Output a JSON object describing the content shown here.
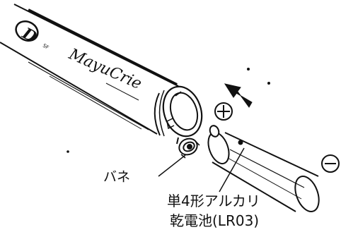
{
  "brand": {
    "logo_letters": "D",
    "logo_small": "SF",
    "product_script": "MayuCrie"
  },
  "labels": {
    "spring": "バネ",
    "battery_line1": "単4形アルカリ",
    "battery_line2": "乾電池(LR03)"
  },
  "symbols": {
    "plus": "+",
    "minus": "−"
  },
  "colors": {
    "ink": "#111111",
    "paper": "#ffffff"
  }
}
